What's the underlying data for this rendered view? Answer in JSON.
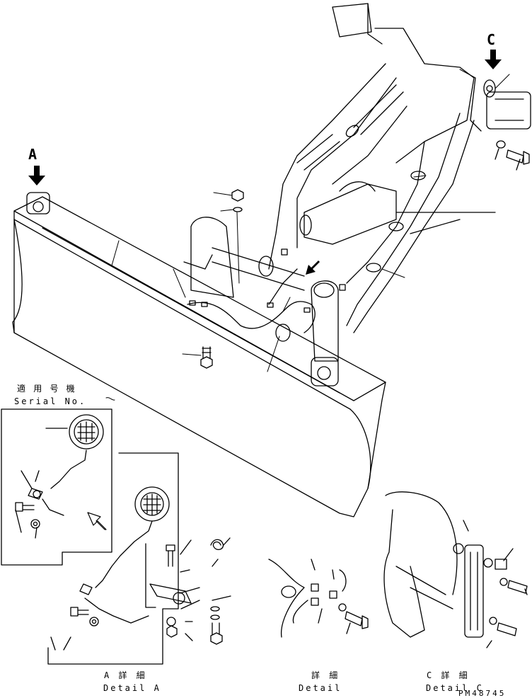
{
  "view_markers": {
    "a": "A",
    "c": "C"
  },
  "serial_box": {
    "title_jp": "適 用 号 機",
    "title_en": "Serial No."
  },
  "details": {
    "a_jp": "A 詳 細",
    "a_en": "Detail A",
    "b_jp": "詳 細",
    "b_en": "Detail",
    "c_jp": "C 詳 細",
    "c_en": "Detail C"
  },
  "drawing_number": "PM48745"
}
